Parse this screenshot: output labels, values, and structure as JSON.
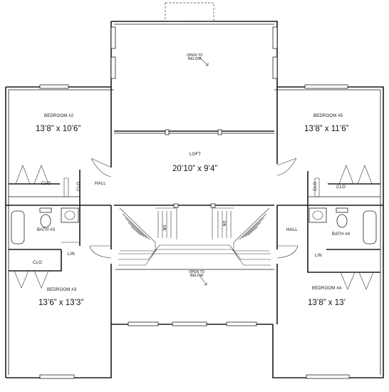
{
  "rooms": {
    "bedroom2": {
      "name": "BEDROOM #2",
      "size": "13’8” x 10’6”"
    },
    "bedroom5": {
      "name": "BEDROOM #5",
      "size": "13’8” x 11’6”"
    },
    "loft": {
      "name": "LOFT",
      "size": "20’10” x 9’4”"
    },
    "bedroom3": {
      "name": "BEDROOM #3",
      "size": "13’6” x 13’3”"
    },
    "bedroom4": {
      "name": "BEDROOM #4",
      "size": "13’8” x 13’"
    },
    "bath3": {
      "name": "BATH #3"
    },
    "bath4": {
      "name": "BATH #4"
    },
    "hall_left": {
      "name": "HALL"
    },
    "hall_right": {
      "name": "HALL"
    },
    "clo_left_upper": {
      "name": "CLO"
    },
    "clo_right_upper": {
      "name": "CLO"
    },
    "clo_left_lower": {
      "name": "CLO"
    },
    "clo_left_small": {
      "name": "CLO"
    },
    "clo_right_small": {
      "name": "CLO"
    },
    "lin_left": {
      "name": "LIN"
    },
    "lin_right": {
      "name": "LIN"
    }
  },
  "notes": {
    "open_top": {
      "line1": "OPEN TO",
      "line2": "BELOW"
    },
    "open_bottom": {
      "line1": "OPEN TO",
      "line2": "BELOW"
    },
    "stair_dn_left": "DN",
    "stair_dn_right": "DN"
  }
}
